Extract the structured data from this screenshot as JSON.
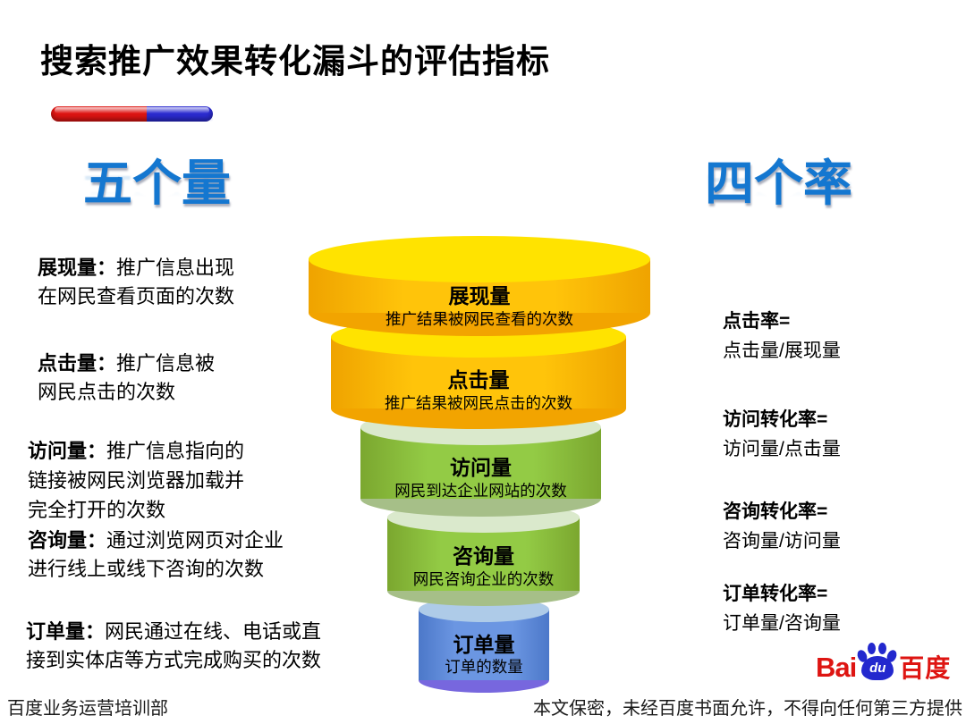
{
  "slide": {
    "title": "搜索推广效果转化漏斗的评估指标",
    "section_left": "五个量",
    "section_right": "四个率",
    "footer_left": "百度业务运营培训部",
    "footer_right": "本文保密，未经百度书面允许，不得向任何第三方提供"
  },
  "funnel": {
    "levels": [
      {
        "name": "展现量",
        "desc": "推广结果被网民查看的次数",
        "scheme": "yellow"
      },
      {
        "name": "点击量",
        "desc": "推广结果被网民点击的次数",
        "scheme": "yellow"
      },
      {
        "name": "访问量",
        "desc": "网民到达企业网站的次数",
        "scheme": "green"
      },
      {
        "name": "咨询量",
        "desc": "网民咨询企业的次数",
        "scheme": "green"
      },
      {
        "name": "订单量",
        "desc": "订单的数量",
        "scheme": "blue"
      }
    ]
  },
  "definitions": [
    {
      "term": "展现量：",
      "line1": "推广信息出现",
      "line2": "在网民查看页面的次数"
    },
    {
      "term": "点击量：",
      "line1": "推广信息被",
      "line2": "网民点击的次数"
    },
    {
      "term": "访问量：",
      "line1": "推广信息指向的",
      "line2": "链接被网民浏览器加载并",
      "line3": "完全打开的次数"
    },
    {
      "term": "咨询量：",
      "line1": "通过浏览网页对企业",
      "line2": "进行线上或线下咨询的次数"
    },
    {
      "term": "订单量：",
      "line1": "网民通过在线、电话或直",
      "line2": "接到实体店等方式完成购买的次数"
    }
  ],
  "rates": [
    {
      "label": "点击率=",
      "formula": "点击量/展现量"
    },
    {
      "label": "访问转化率=",
      "formula": "访问量/点击量"
    },
    {
      "label": "咨询转化率=",
      "formula": "咨询量/访问量"
    },
    {
      "label": "订单转化率=",
      "formula": "订单量/咨询量"
    }
  ],
  "logo": {
    "bai": "Bai",
    "du": "du",
    "zh": "百度"
  },
  "colors": {
    "header_blue": "#1477D0",
    "accent_red": "#DE1512",
    "accent_blue": "#2B2BD0",
    "paw_blue": "#2328CE",
    "schemes": {
      "yellow": {
        "top": "#FFE300",
        "body_edge": "#EFA300",
        "body_center": "#FFC40A",
        "bottom": "#F2A400"
      },
      "green": {
        "top": "#DAE9CC",
        "body_edge": "#7BA72F",
        "body_center": "#93CB45",
        "bottom": "#A6BF88"
      },
      "blue": {
        "top": "#AECBE8",
        "body_edge": "#4C78C9",
        "body_center": "#6B96E2",
        "bottom": "#7767DE"
      }
    }
  }
}
